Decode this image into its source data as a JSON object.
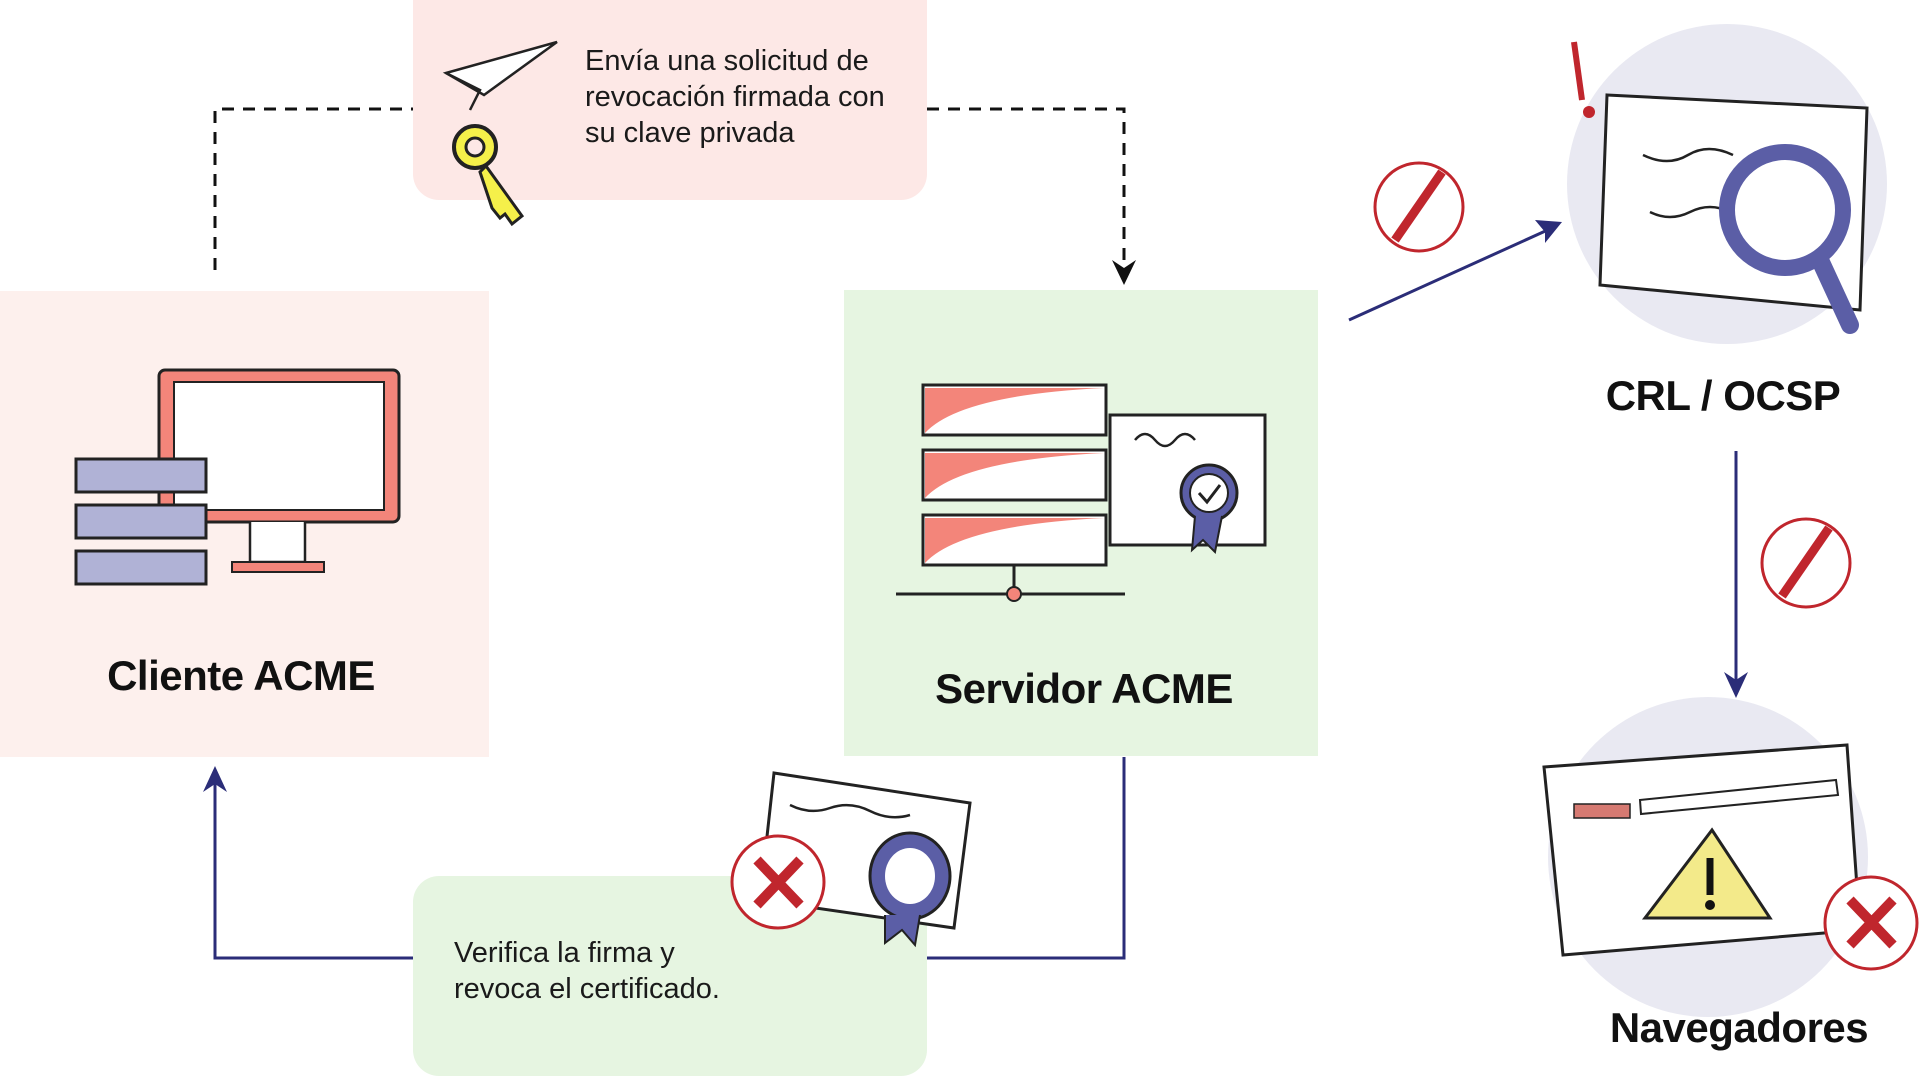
{
  "nodes": {
    "client": {
      "label": "Cliente ACME",
      "color": "#fdf0ed"
    },
    "server": {
      "label": "Servidor ACME",
      "color": "#e6f5e1"
    },
    "crl": {
      "label": "CRL / OCSP"
    },
    "browsers": {
      "label": "Navegadores"
    }
  },
  "steps": {
    "request": {
      "lines": [
        "Envía una solicitud de",
        "revocación firmada con",
        "su clave privada"
      ],
      "color": "#fde8e6"
    },
    "revoke": {
      "lines": [
        "Verifica la firma y",
        "revoca el certificado."
      ],
      "color": "#e6f5e1"
    }
  },
  "colors": {
    "arrow": "#2b2d78",
    "dashed": "#111111",
    "accent_red": "#c0262d",
    "salmon": "#f3857a",
    "purple": "#5b5ea6",
    "key": "#f5f04a",
    "circle_bg": "#e9e9f2"
  },
  "icons": [
    "paper-plane-icon",
    "key-icon",
    "computer-icon",
    "server-icon",
    "certificate-icon",
    "magnifier-icon",
    "warning-icon",
    "no-sign-icon",
    "x-mark-icon"
  ]
}
